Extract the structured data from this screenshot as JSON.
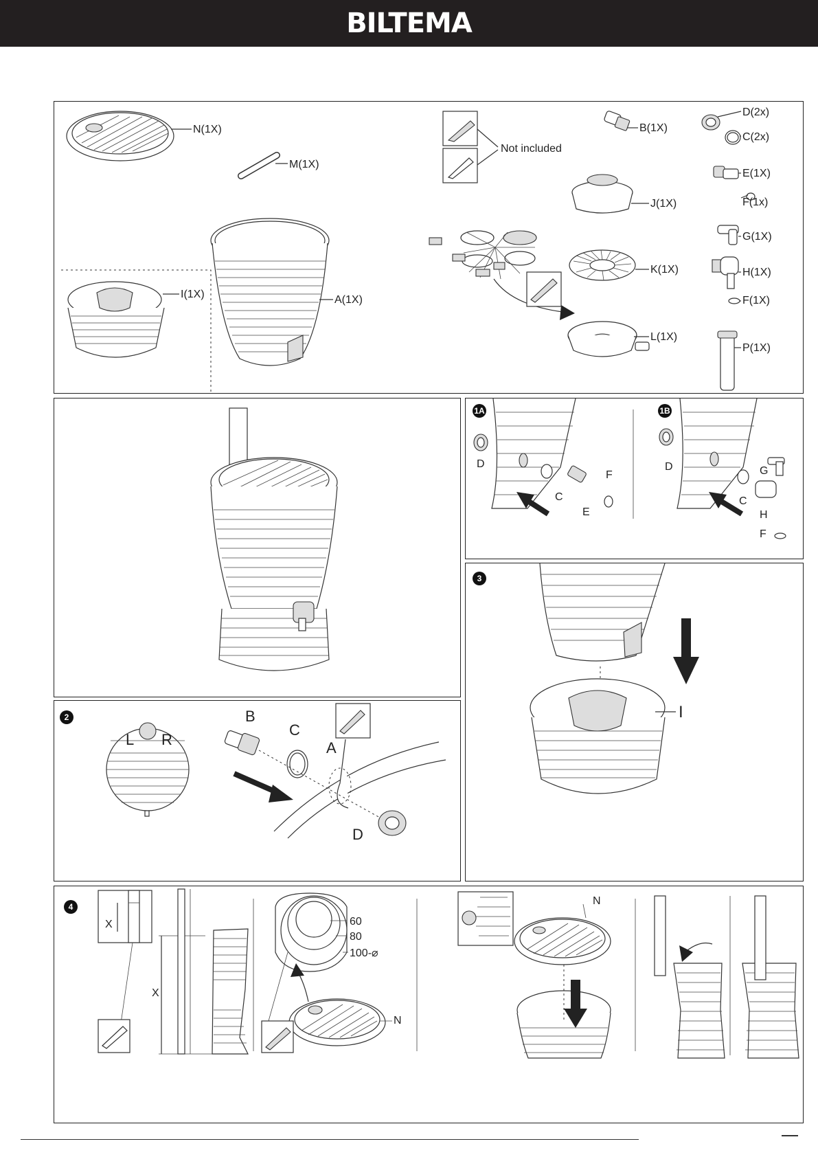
{
  "header": {
    "brand": "BILTEMA"
  },
  "parts": {
    "N": "N(1X)",
    "M": "M(1X)",
    "I": "I(1X)",
    "A": "A(1X)",
    "not_included": "Not included",
    "B": "B(1X)",
    "D": "D(2x)",
    "C": "C(2x)",
    "E": "E(1X)",
    "F1": "F(1x)",
    "J": "J(1X)",
    "G": "G(1X)",
    "K": "K(1X)",
    "H": "H(1X)",
    "F2": "F(1X)",
    "L": "L(1X)",
    "P": "P(1X)"
  },
  "step1": {
    "badge_a": "1A",
    "badge_b": "1B",
    "a_labels": {
      "D": "D",
      "C": "C",
      "E": "E",
      "F": "F"
    },
    "b_labels": {
      "D": "D",
      "C": "C",
      "G": "G",
      "H": "H",
      "F": "F"
    }
  },
  "step2": {
    "badge": "2",
    "labels": {
      "L": "L",
      "R": "R",
      "B": "B",
      "C": "C",
      "A": "A",
      "D": "D"
    }
  },
  "step3": {
    "badge": "3",
    "labels": {
      "I": "I"
    }
  },
  "step4": {
    "badge": "4",
    "labels": {
      "x_small": "X",
      "x_large": "X",
      "d60": "60",
      "d80": "80",
      "d100": "100-⌀",
      "N_lid": "N",
      "N_top": "N"
    }
  },
  "colors": {
    "header_bg": "#231f20",
    "ink": "#222222"
  }
}
